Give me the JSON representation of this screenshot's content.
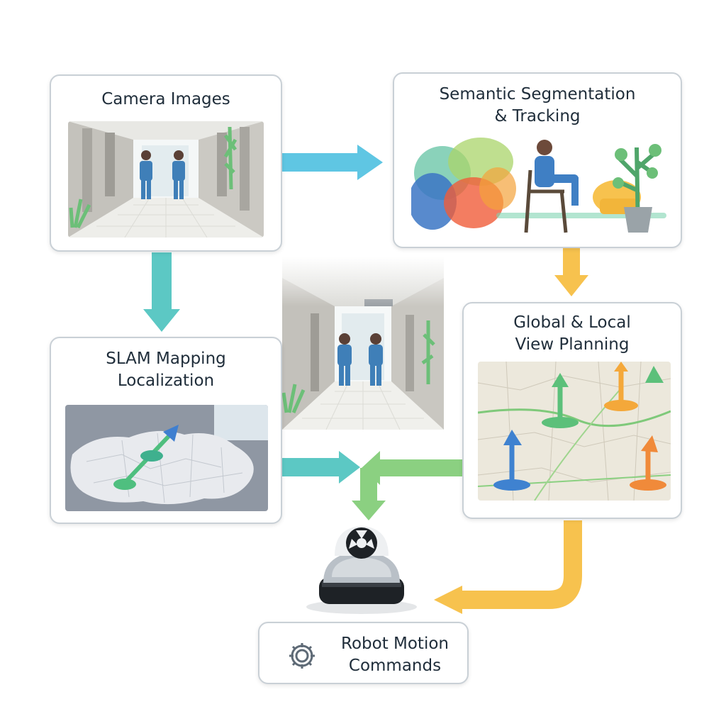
{
  "nodes": {
    "camera": {
      "title": "Camera Images"
    },
    "segmentation": {
      "title": "Semantic Segmentation\n& Tracking"
    },
    "slam": {
      "title": "SLAM Mapping\nLocalization"
    },
    "planning": {
      "title": "Global & Local\nView Planning"
    },
    "motion": {
      "title": "Robot Motion\nCommands",
      "icon": "gear-icon"
    }
  },
  "colors": {
    "flow_blue": "#5fc6e3",
    "flow_teal": "#5cc8c4",
    "flow_yellow": "#f7c24e",
    "flow_green": "#8bd081",
    "card_border": "#c9d0d6"
  }
}
